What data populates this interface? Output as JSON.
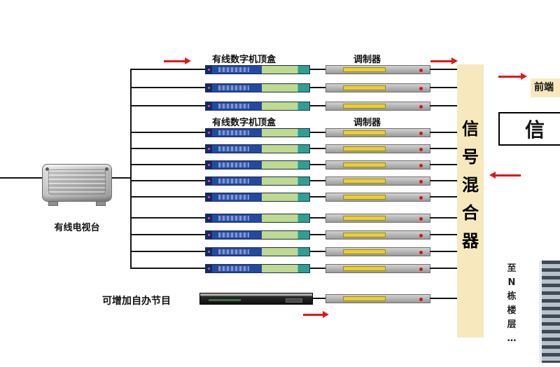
{
  "colors": {
    "line": "#141414",
    "arrow_red": "#e01818",
    "mixer_bg": "#f7e9bd",
    "stb_blue": "#2449a0",
    "stb_green": "#bdda90",
    "modulator_gray": "#b5b5b5",
    "modulator_yellow": "#e8cf35"
  },
  "station": {
    "label": "有线电视台"
  },
  "groups": [
    {
      "stb_label": "有线数字机顶盒",
      "modulator_label": "调制器",
      "set_top_boxes": 3,
      "modulators": 3
    },
    {
      "stb_label": "有线数字机顶盒",
      "modulator_label": "调制器",
      "set_top_boxes": 5,
      "modulators": 5
    },
    {
      "set_top_boxes": 4,
      "modulators": 4
    }
  ],
  "self_program": {
    "label": "可增加自办节目",
    "modulators": 1
  },
  "mixer": {
    "label": "信号混合器",
    "chars": [
      "信",
      "号",
      "混",
      "合",
      "器"
    ]
  },
  "right_side": {
    "frontend_label": "前端",
    "partial_box_text": "信",
    "building_label": "至N栋楼层…",
    "building_chars": [
      "至",
      "N",
      "栋",
      "楼",
      "层",
      "…"
    ]
  }
}
